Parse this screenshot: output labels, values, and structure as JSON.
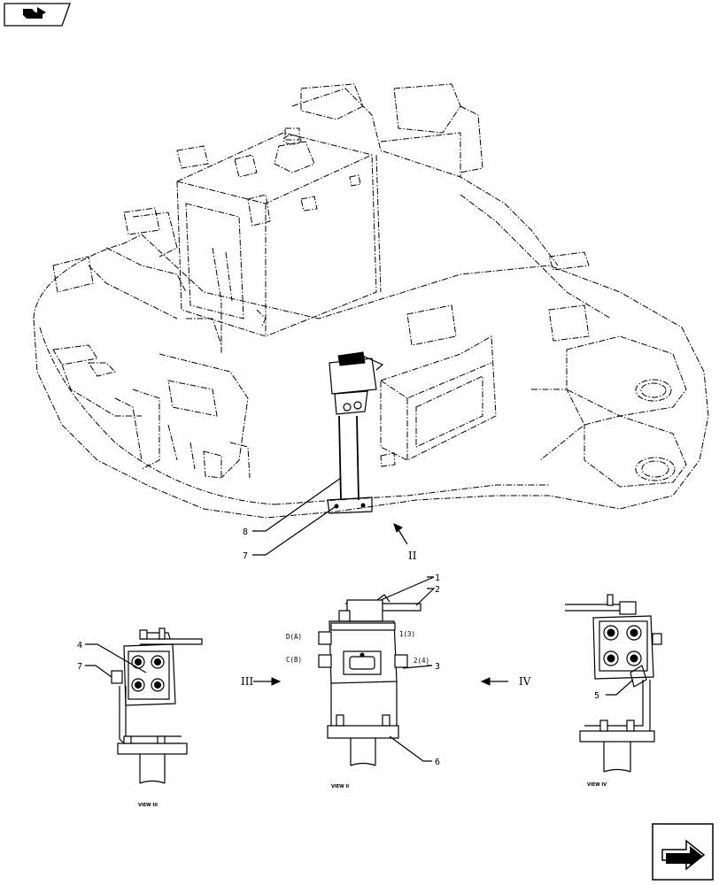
{
  "callouts": {
    "c1": "1",
    "c2": "2",
    "c3": "3",
    "c4": "4",
    "c5": "5",
    "c6": "6",
    "c7_main": "7",
    "c7_left": "7",
    "c8": "8"
  },
  "ports": {
    "d_a": "D(A)",
    "c_b": "C(B)",
    "p1_3": "1(3)",
    "p2_4": "2(4)"
  },
  "views": {
    "arrow_ii": "II",
    "arrow_iii": "III",
    "arrow_iv": "IV",
    "caption_left": "VIEW III",
    "caption_center": "VIEW II",
    "caption_right": "VIEW IV"
  },
  "icons": {
    "top_left": "book-navigation-icon",
    "bottom_right": "next-page-arrow-icon"
  }
}
